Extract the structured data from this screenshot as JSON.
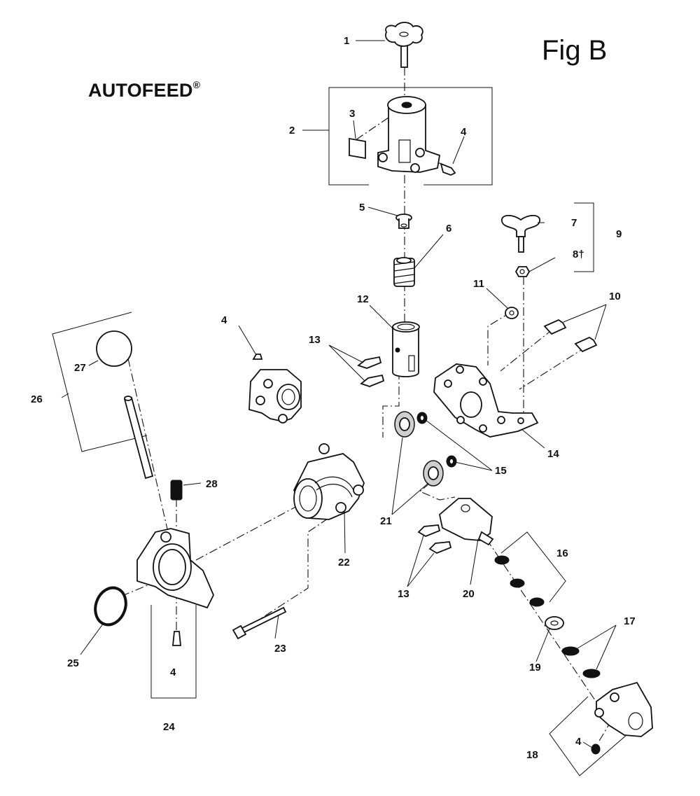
{
  "brand": {
    "name": "AUTOFEED",
    "mark": "®"
  },
  "figure": {
    "title": "Fig B"
  },
  "callouts": [
    {
      "id": "c1",
      "text": "1"
    },
    {
      "id": "c2",
      "text": "2"
    },
    {
      "id": "c3",
      "text": "3"
    },
    {
      "id": "c4a",
      "text": "4"
    },
    {
      "id": "c5",
      "text": "5"
    },
    {
      "id": "c6",
      "text": "6"
    },
    {
      "id": "c7",
      "text": "7"
    },
    {
      "id": "c8",
      "text": "8†"
    },
    {
      "id": "c9",
      "text": "9"
    },
    {
      "id": "c10",
      "text": "10"
    },
    {
      "id": "c11",
      "text": "11"
    },
    {
      "id": "c12",
      "text": "12"
    },
    {
      "id": "c13a",
      "text": "13"
    },
    {
      "id": "c4b",
      "text": "4"
    },
    {
      "id": "c14",
      "text": "14"
    },
    {
      "id": "c15",
      "text": "15"
    },
    {
      "id": "c21",
      "text": "21"
    },
    {
      "id": "c26",
      "text": "26"
    },
    {
      "id": "c27",
      "text": "27"
    },
    {
      "id": "c28",
      "text": "28"
    },
    {
      "id": "c22",
      "text": "22"
    },
    {
      "id": "c16",
      "text": "16"
    },
    {
      "id": "c13b",
      "text": "13"
    },
    {
      "id": "c20",
      "text": "20"
    },
    {
      "id": "c23",
      "text": "23"
    },
    {
      "id": "c25",
      "text": "25"
    },
    {
      "id": "c4c",
      "text": "4"
    },
    {
      "id": "c24",
      "text": "24"
    },
    {
      "id": "c19",
      "text": "19"
    },
    {
      "id": "c17",
      "text": "17"
    },
    {
      "id": "c4d",
      "text": "4"
    },
    {
      "id": "c18",
      "text": "18"
    }
  ]
}
